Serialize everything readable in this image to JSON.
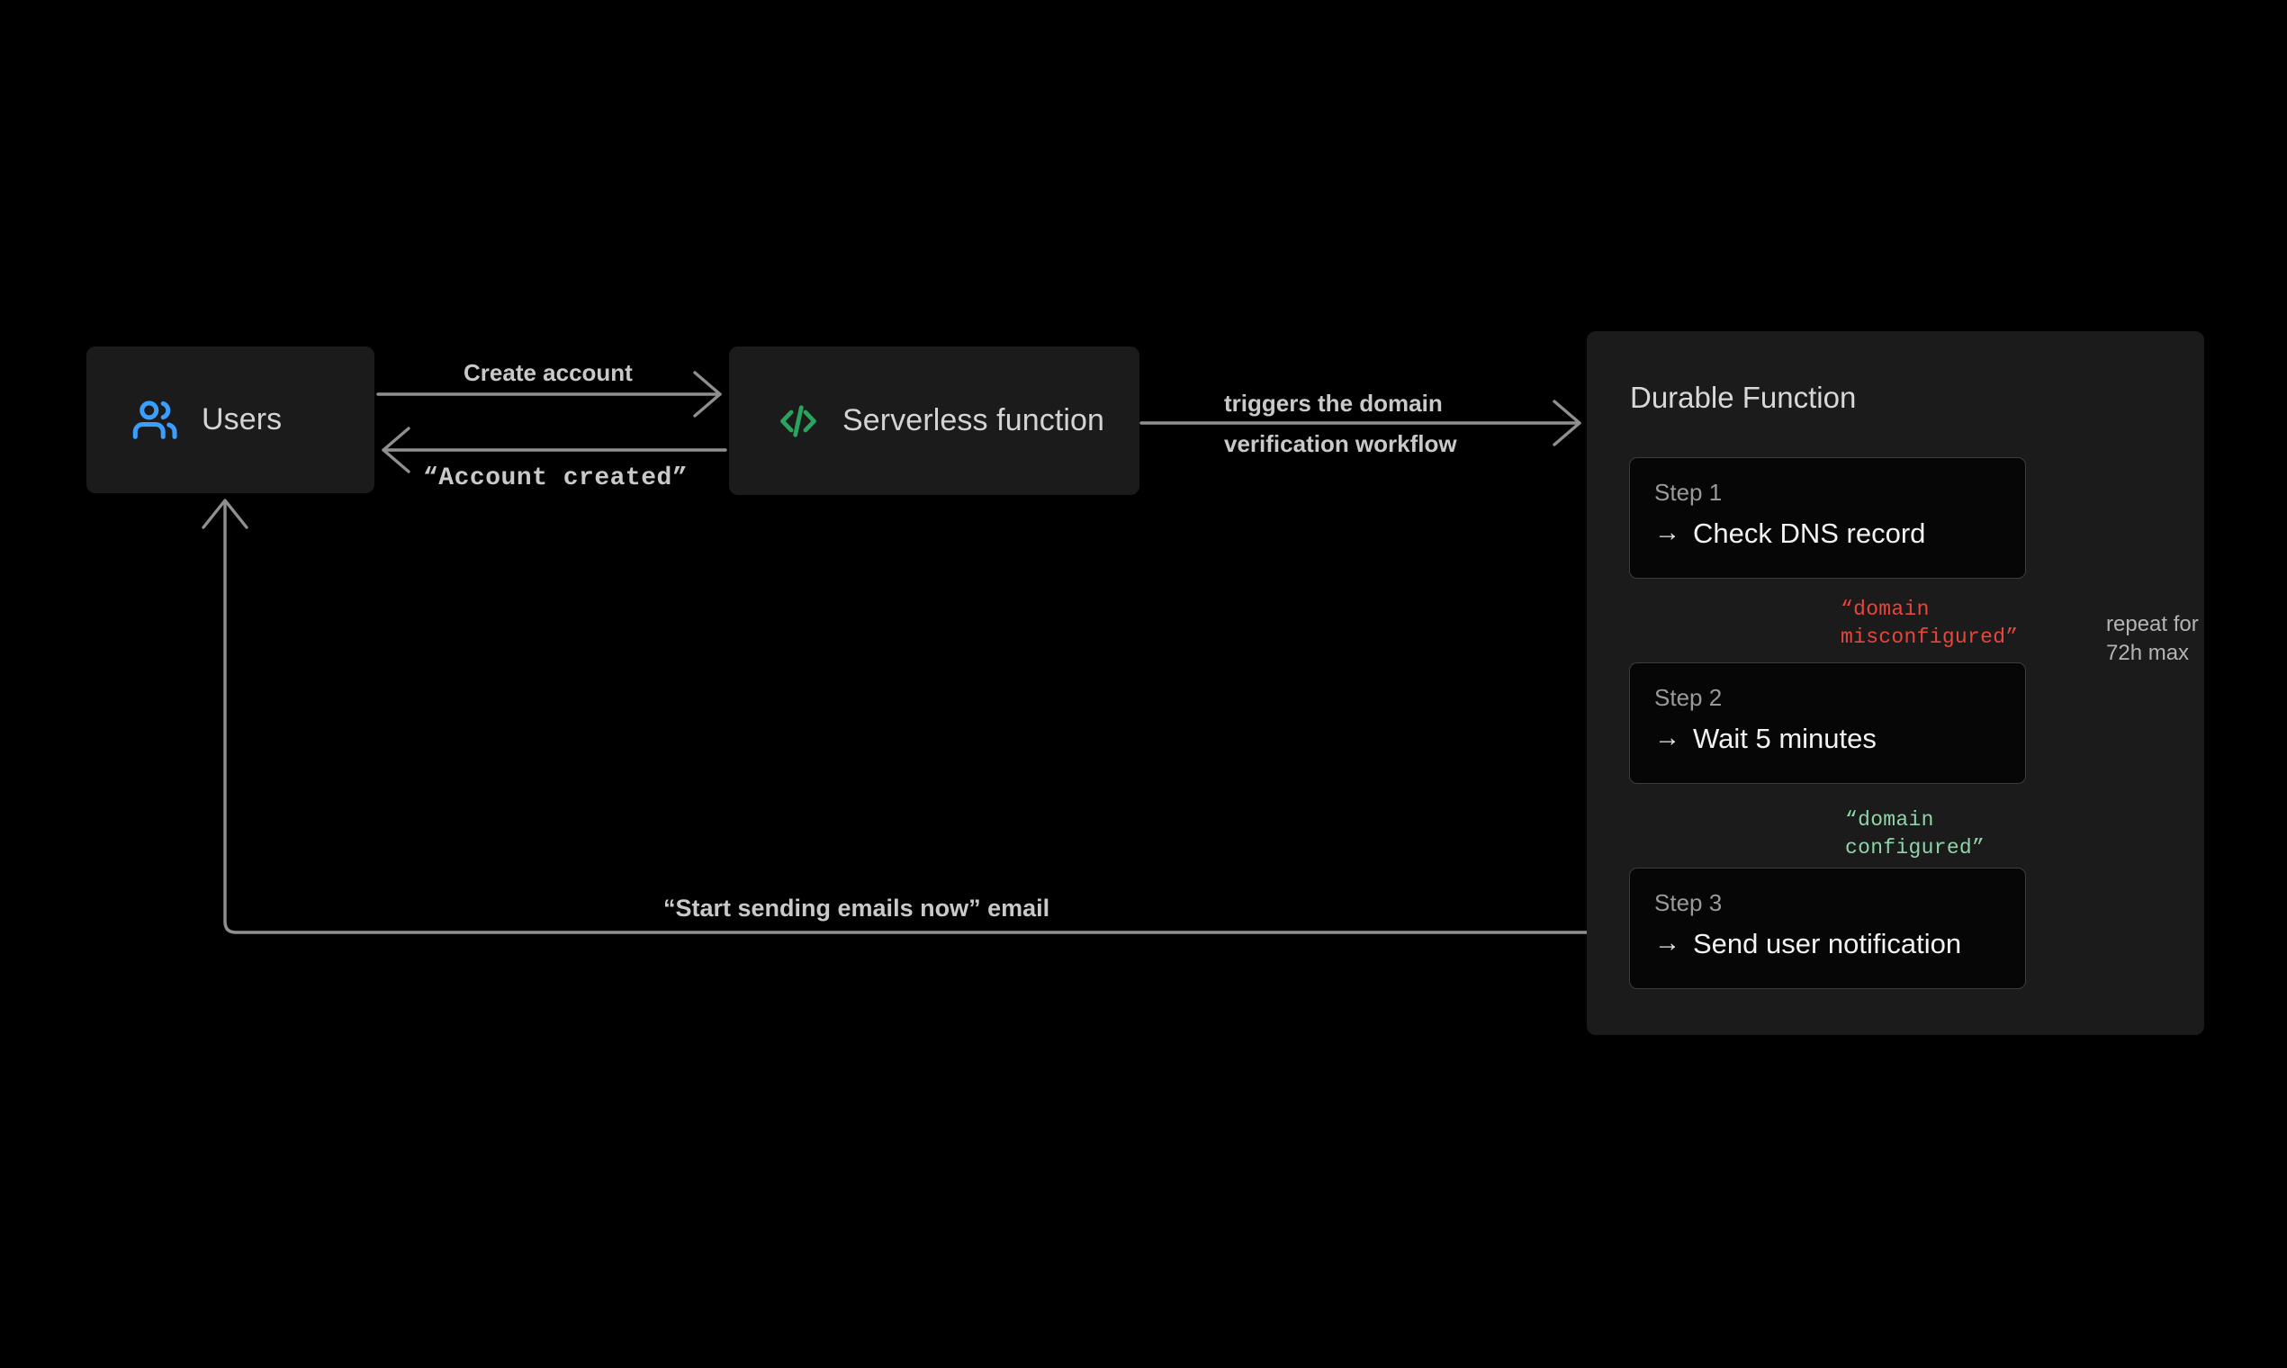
{
  "canvas": {
    "background": "#000000",
    "node_fill": "#1b1b1b",
    "card_fill": "#060606",
    "card_border": "#3c3c3c",
    "wire_color": "#8f8f8f",
    "text_primary": "#f2f2f2",
    "text_secondary": "#9a9a9a",
    "accent_blue": "#3b9dfc",
    "accent_green": "#2ba35e",
    "status_error": "#e8453c",
    "status_ok": "#8fd4a8"
  },
  "nodes": {
    "users": {
      "label": "Users",
      "icon": "users-icon"
    },
    "serverless": {
      "label": "Serverless function",
      "icon": "code-brackets-icon"
    }
  },
  "durable": {
    "title": "Durable Function",
    "steps": [
      {
        "kicker": "Step 1",
        "arrow": "→",
        "text": "Check DNS record"
      },
      {
        "kicker": "Step 2",
        "arrow": "→",
        "text": "Wait 5 minutes"
      },
      {
        "kicker": "Step 3",
        "arrow": "→",
        "text": "Send user notification"
      }
    ],
    "branches": {
      "misconfigured": "“domain\nmisconfigured”",
      "configured": "“domain\nconfigured”"
    },
    "loop_note": "repeat for 72h max"
  },
  "edges": {
    "create_account": "Create account",
    "account_created": "“Account created”",
    "trigger_line_1": "triggers the domain",
    "trigger_line_2": "verification workflow",
    "start_sending": "“Start sending emails now” email"
  }
}
